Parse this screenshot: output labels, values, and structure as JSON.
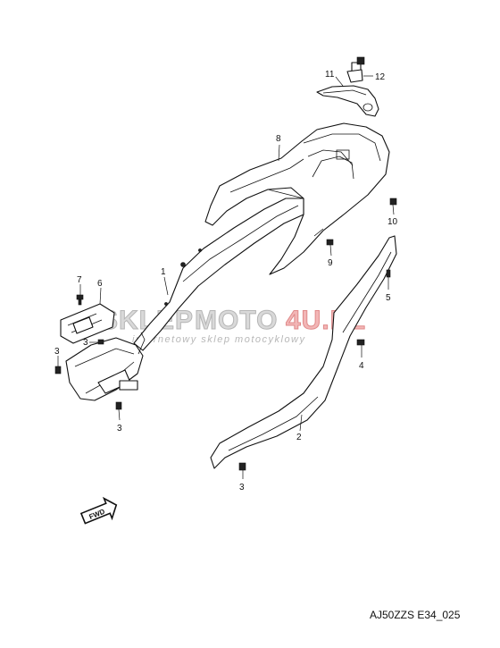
{
  "diagram": {
    "drawing_code": "AJ50ZZS E34_025",
    "callouts": [
      {
        "id": "c1",
        "label": "1"
      },
      {
        "id": "c2",
        "label": "2"
      },
      {
        "id": "c3a",
        "label": "3"
      },
      {
        "id": "c3b",
        "label": "3"
      },
      {
        "id": "c3c",
        "label": "3"
      },
      {
        "id": "c3d",
        "label": "3"
      },
      {
        "id": "c4",
        "label": "4"
      },
      {
        "id": "c5",
        "label": "5"
      },
      {
        "id": "c6",
        "label": "6"
      },
      {
        "id": "c7",
        "label": "7"
      },
      {
        "id": "c8",
        "label": "8"
      },
      {
        "id": "c9",
        "label": "9"
      },
      {
        "id": "c10",
        "label": "10"
      },
      {
        "id": "c11",
        "label": "11"
      },
      {
        "id": "c12",
        "label": "12"
      }
    ],
    "direction_badge": "FWD"
  },
  "watermark": {
    "main_left": "SKLEP",
    "main_mid": "MOTO",
    "main_right": "4U.PL",
    "sub": "internetowy sklep motocyklowy"
  }
}
